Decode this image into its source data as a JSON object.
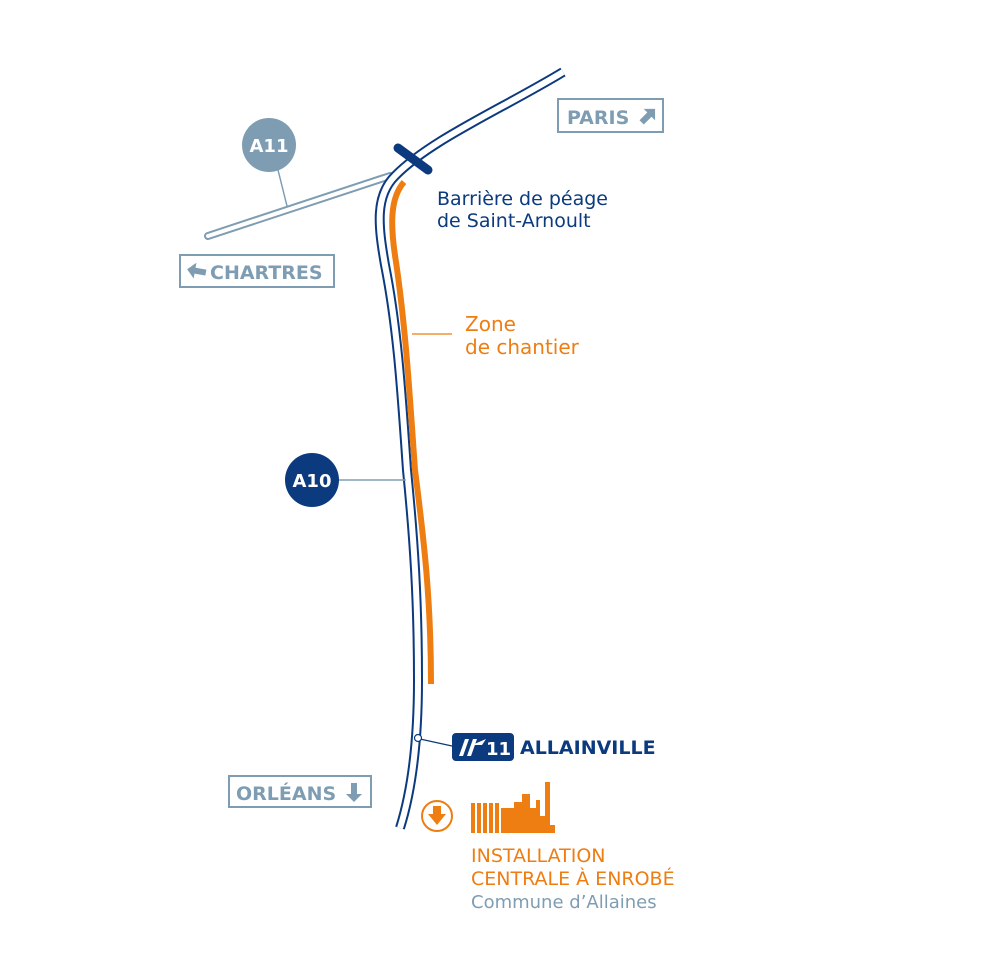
{
  "colors": {
    "navy": "#0b3a7e",
    "orange": "#ee7d12",
    "steel": "#7f9db2",
    "road_outline": "#0b3a7e",
    "secondary_road_outline": "#7f9db2"
  },
  "roads": {
    "a11_badge": "A11",
    "a10_badge": "A10"
  },
  "signs": {
    "paris": "PARIS",
    "chartres": "CHARTRES",
    "orleans": "ORLÉANS"
  },
  "toll": {
    "line1": "Barrière de péage",
    "line2": "de Saint-Arnoult"
  },
  "worksite": {
    "line1": "Zone",
    "line2": "de chantier"
  },
  "exit": {
    "number": "11",
    "name": "ALLAINVILLE",
    "icon": "motorway-exit-icon"
  },
  "plant": {
    "line1": "INSTALLATION",
    "line2": "CENTRALE À ENROBÉ",
    "line3": "Commune d’Allaines",
    "icons": [
      "down-arrow-circle-icon",
      "factory-icon"
    ]
  }
}
